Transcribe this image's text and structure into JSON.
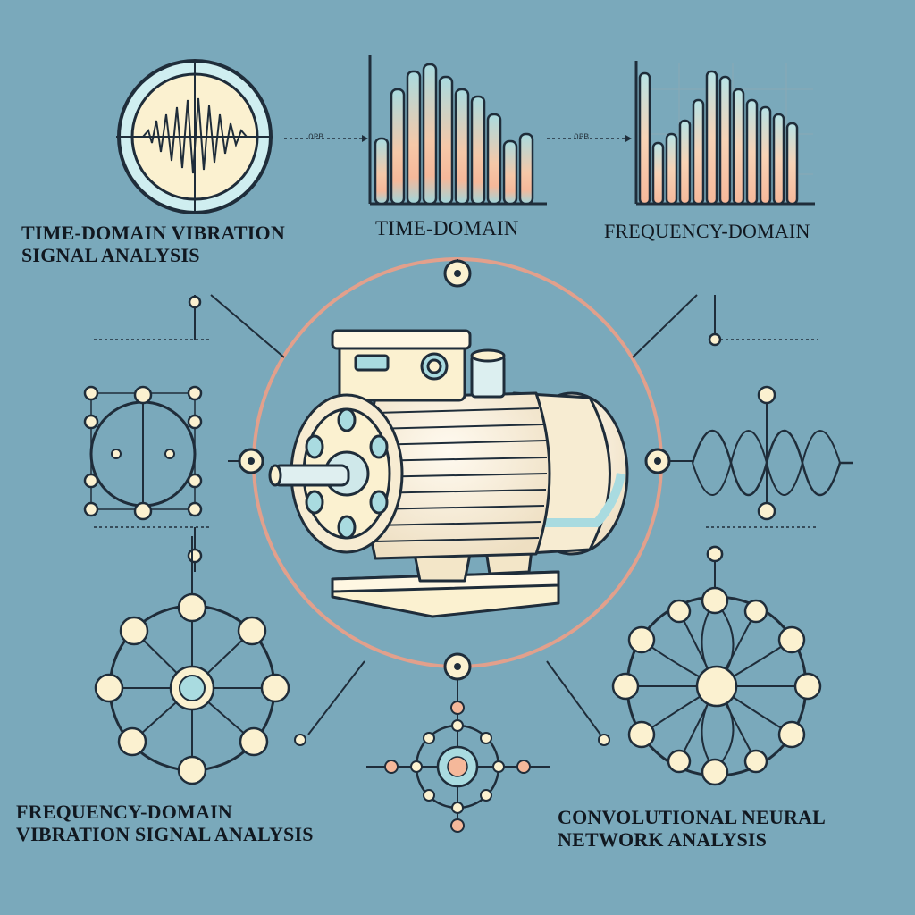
{
  "labels": {
    "time_domain_vibration": [
      "TIME-DOMAIN VIBRATION",
      "SIGNAL ANALYSIS"
    ],
    "time_domain": "TIME-DOMAIN",
    "frequency_domain": "FREQUENCY-DOMAIN",
    "frequency_domain_vibration": [
      "FREQUENCY-DOMAIN",
      "VIBRATION SIGNAL ANALYSIS"
    ],
    "cnn_analysis": [
      "CONVOLUTIONAL NEURAL",
      "NETWORK ANALYSIS"
    ]
  },
  "arrow_marks": [
    "0PB",
    "0PB"
  ],
  "icons": [
    "oscilloscope-icon",
    "bar-chart-icon",
    "spectrum-chart-icon",
    "electric-motor-icon",
    "network-node-icon"
  ],
  "colors": {
    "background": "#7aa9bb",
    "line": "#1f2d3a",
    "cream": "#fbf1d0",
    "peach": "#f5b89a",
    "light_blue": "#a9dbe0",
    "ring": "#e2a08c"
  }
}
